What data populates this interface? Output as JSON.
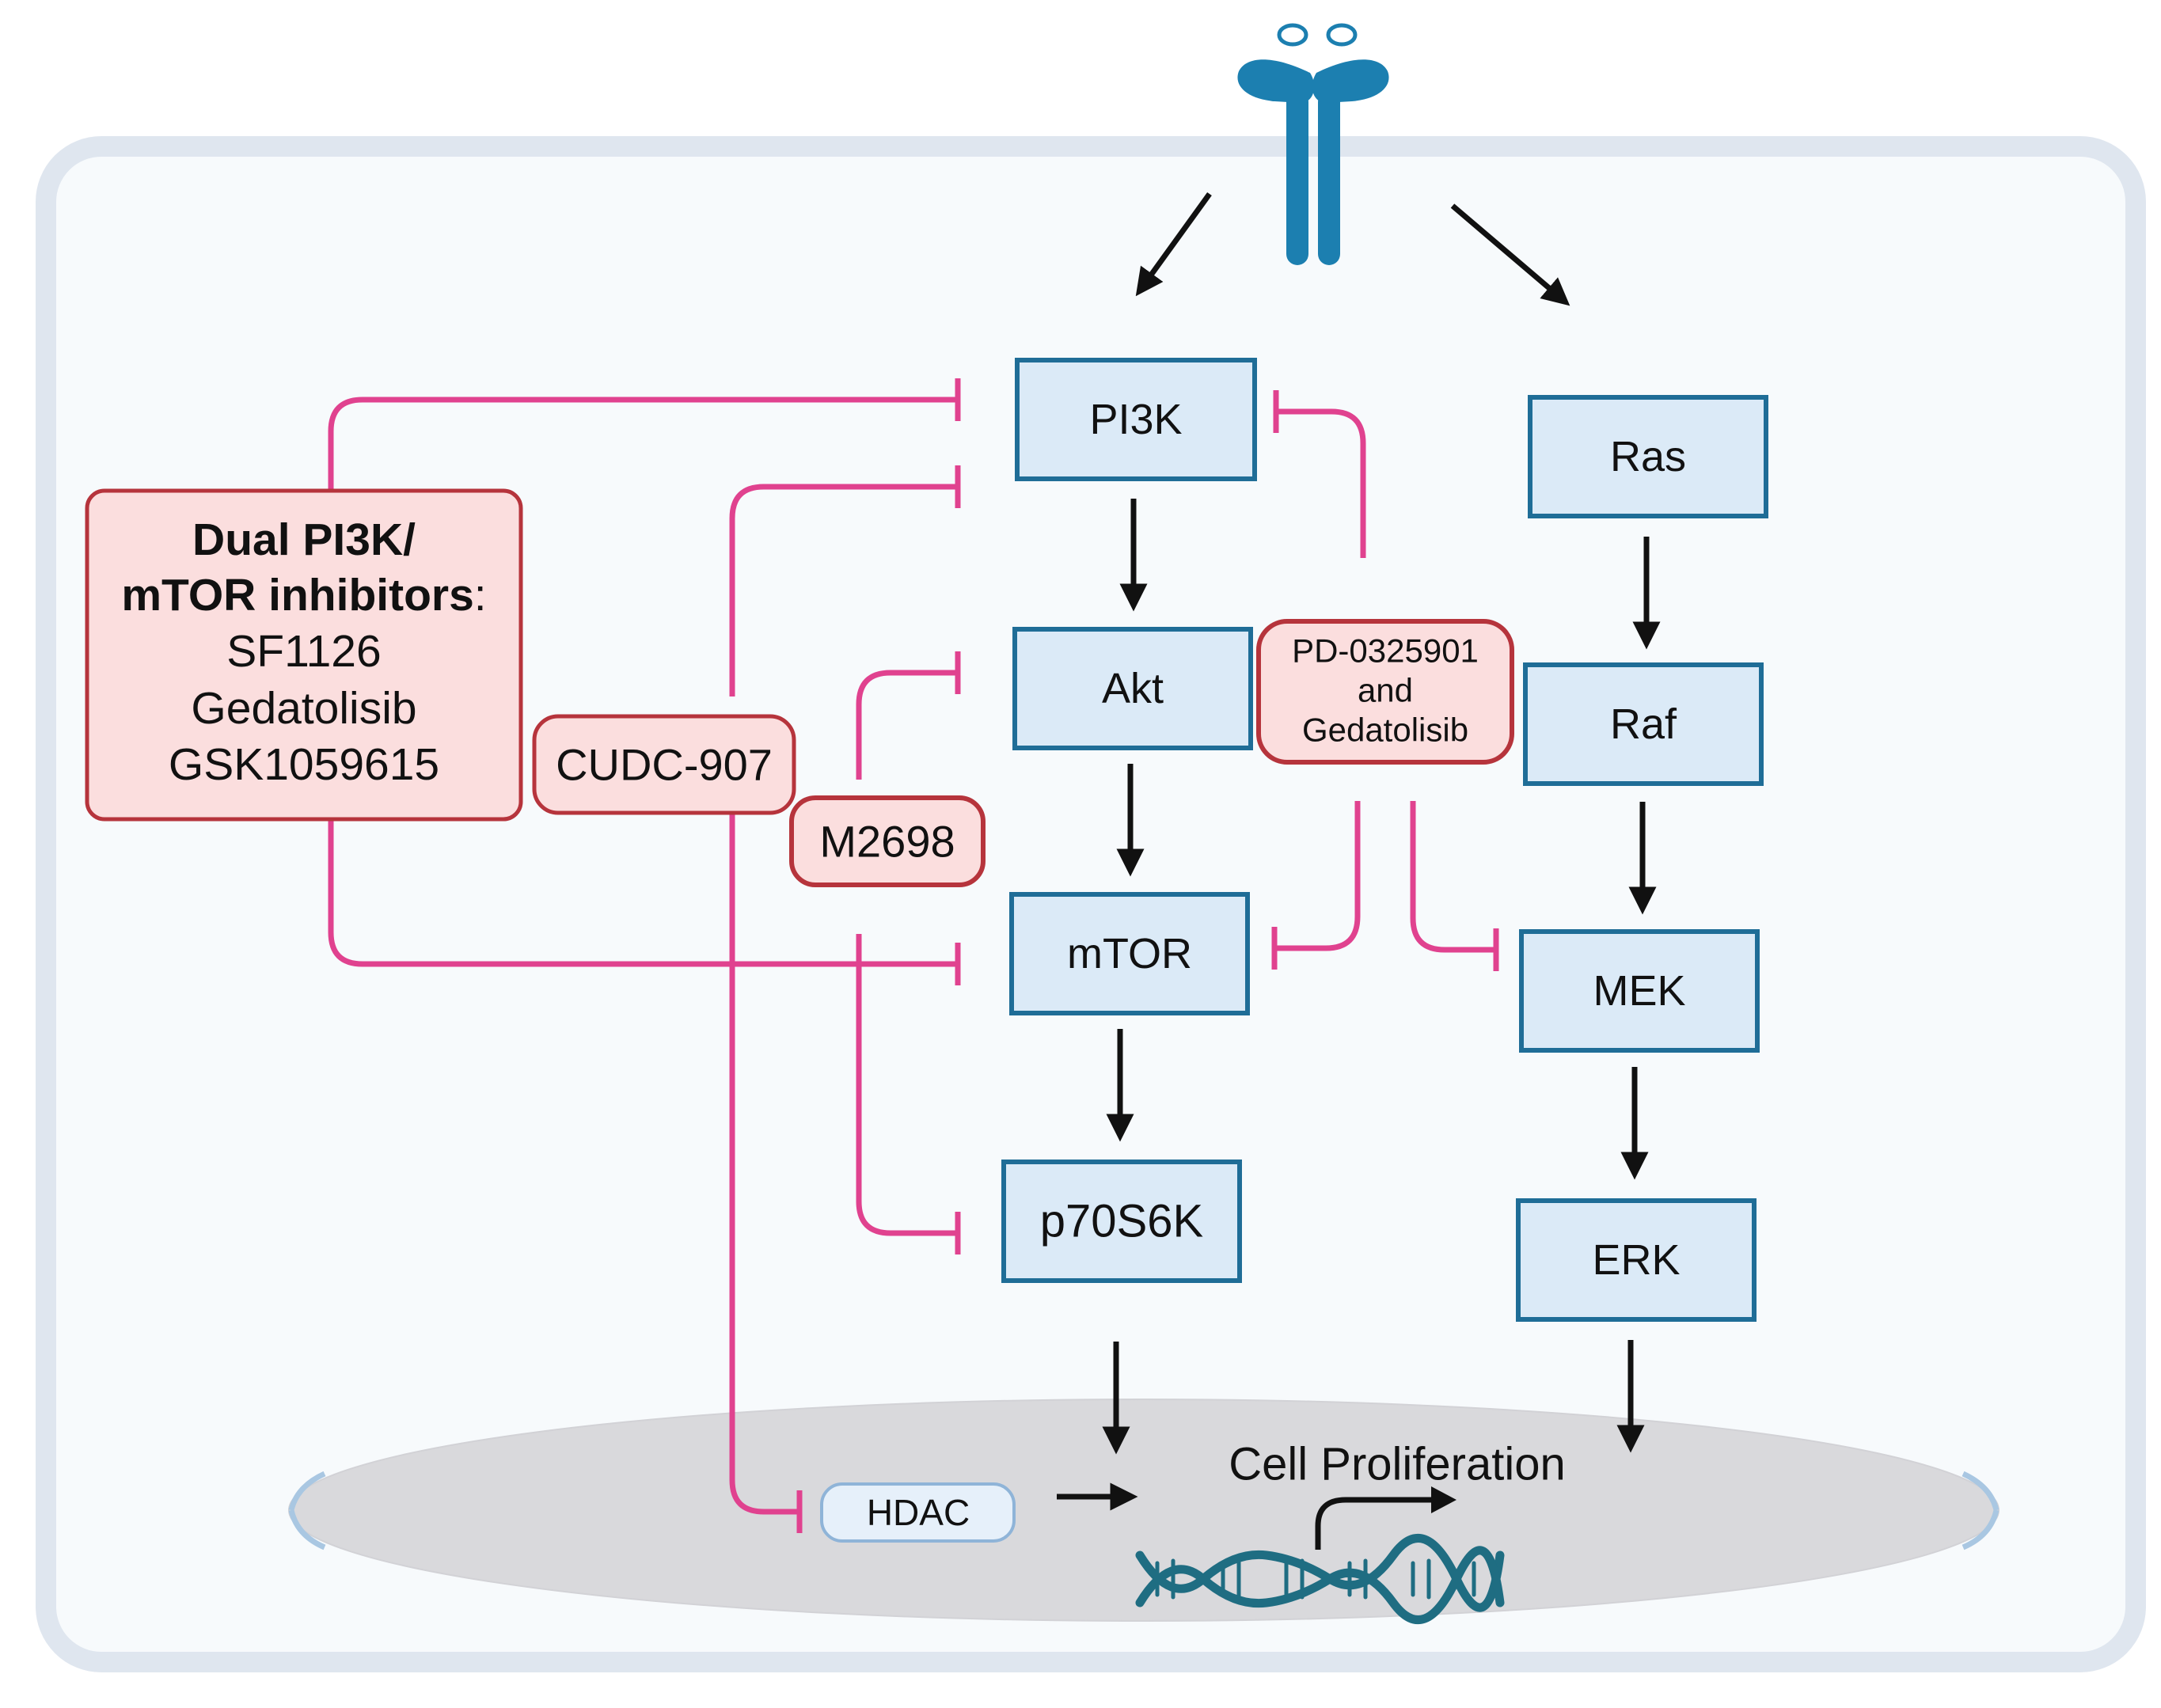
{
  "colors": {
    "cell_background": "#f7fafc",
    "cell_border": "#dfe6ef",
    "nucleus": "#d9d9dc",
    "protein_box_fill": "#dbeaf7",
    "protein_box_stroke": "#1f6d97",
    "drug_box_fill": "#fbdede",
    "drug_box_stroke": "#b6343c",
    "inhibition": "#e0428f",
    "activation_arrow": "#111111",
    "receptor": "#1c7fb0",
    "dna": "#1f6d82"
  },
  "icons": {
    "receptor": "membrane-receptor-icon",
    "dna": "dna-double-helix-icon",
    "transcription": "transcription-arrow-icon"
  },
  "proteins": {
    "pi3k": "PI3K",
    "akt": "Akt",
    "mtor": "mTOR",
    "p70s6k": "p70S6K",
    "ras": "Ras",
    "raf": "Raf",
    "mek": "MEK",
    "erk": "ERK",
    "hdac": "HDAC"
  },
  "drugs": {
    "dual": {
      "title_line1": "Dual PI3K/",
      "title_line2_bold": "mTOR inhibitors",
      "title_line2_colon": ":",
      "item1": "SF1126",
      "item2": "Gedatolisib",
      "item3": "GSK1059615"
    },
    "cudc": "CUDC-907",
    "m2698": "M2698",
    "pd": {
      "line1": "PD-0325901",
      "line2": "and",
      "line3": "Gedatolisib"
    }
  },
  "outcome": {
    "label": "Cell Proliferation"
  }
}
